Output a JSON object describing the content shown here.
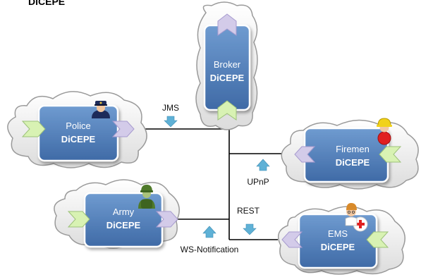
{
  "header": {
    "partial_text": "DiCEPE"
  },
  "nodes": {
    "broker": {
      "name": "Broker",
      "tag": "DiCEPE"
    },
    "police": {
      "name": "Police",
      "tag": "DiCEPE"
    },
    "firemen": {
      "name": "Firemen",
      "tag": "DiCEPE"
    },
    "army": {
      "name": "Army",
      "tag": "DiCEPE"
    },
    "ems": {
      "name": "EMS",
      "tag": "DiCEPE"
    }
  },
  "protocols": {
    "jms": "JMS",
    "upnp": "UPnP",
    "rest": "REST",
    "ws": "WS-Notification"
  },
  "colors": {
    "box": "#4a7ab8",
    "box_border": "#ffffff",
    "cloud_fill": "#eeeeee",
    "cloud_stroke": "#9a9a9a",
    "arrow_green": "#d8f2b3",
    "arrow_purple": "#d3cbe9",
    "blue_arrow": "#5fb1d6",
    "line": "#000000"
  },
  "icons": {
    "police": "police-officer-icon",
    "firemen": "firefighter-icon",
    "army": "soldier-icon",
    "ems": "doctor-icon"
  }
}
